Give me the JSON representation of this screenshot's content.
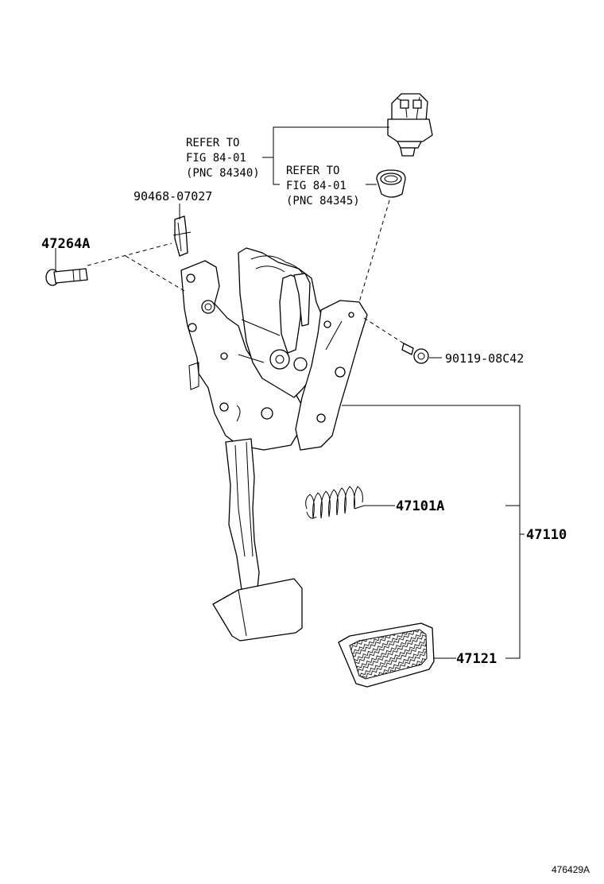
{
  "figure_id": "476429A",
  "refs": [
    {
      "line1": "REFER TO",
      "line2": "FIG 84-01",
      "line3": "(PNC 84340)"
    },
    {
      "line1": "REFER TO",
      "line2": "FIG 84-01",
      "line3": "(PNC 84345)"
    }
  ],
  "parts": {
    "clip": "90468-07027",
    "pin": "47264A",
    "bolt": "90119-08C42",
    "spring": "47101A",
    "assembly": "47110",
    "pad": "47121"
  }
}
